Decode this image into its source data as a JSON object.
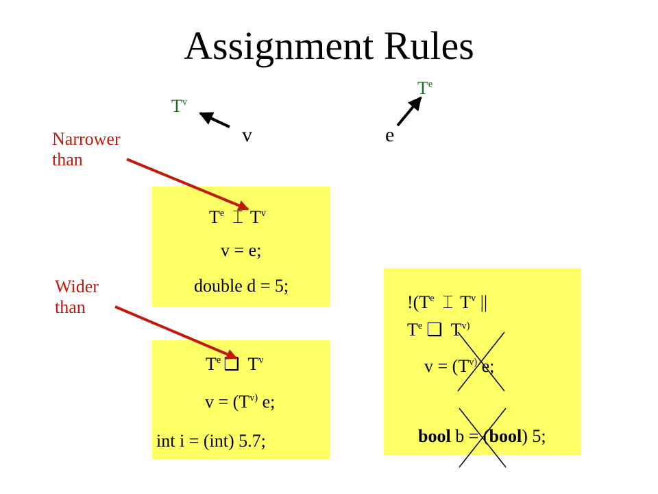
{
  "title": "Assignment Rules",
  "tv": {
    "base": "T",
    "sup": "v"
  },
  "te": {
    "base": "T",
    "sup": "e"
  },
  "var_v": "v",
  "var_e": "e",
  "narrower_label": [
    "Narrower",
    "than"
  ],
  "wider_label": [
    "Wider",
    "than"
  ],
  "glyphs": {
    "narrower": "⌶",
    "wider": "❑"
  },
  "box_narrow": {
    "stmt": "v = e;",
    "example": "double d = 5;"
  },
  "box_wide": {
    "stmt_pre": "v = (T",
    "stmt_sup": "v)",
    "stmt_post": " e;",
    "example": "int i = (int) 5.7;"
  },
  "box_invalid": {
    "cond_open": "!(T",
    "cond_close": " ||",
    "cond_end": ")",
    "stmt_pre": "v = (T",
    "stmt_sup": "v)",
    "stmt_post": " e;",
    "example_kw1": "bool",
    "example_mid": " b = (",
    "example_kw2": "bool",
    "example_end": ") 5;"
  },
  "colors": {
    "box": "#ffff66",
    "green": "#1f6b1f",
    "red": "#c01a0a"
  }
}
